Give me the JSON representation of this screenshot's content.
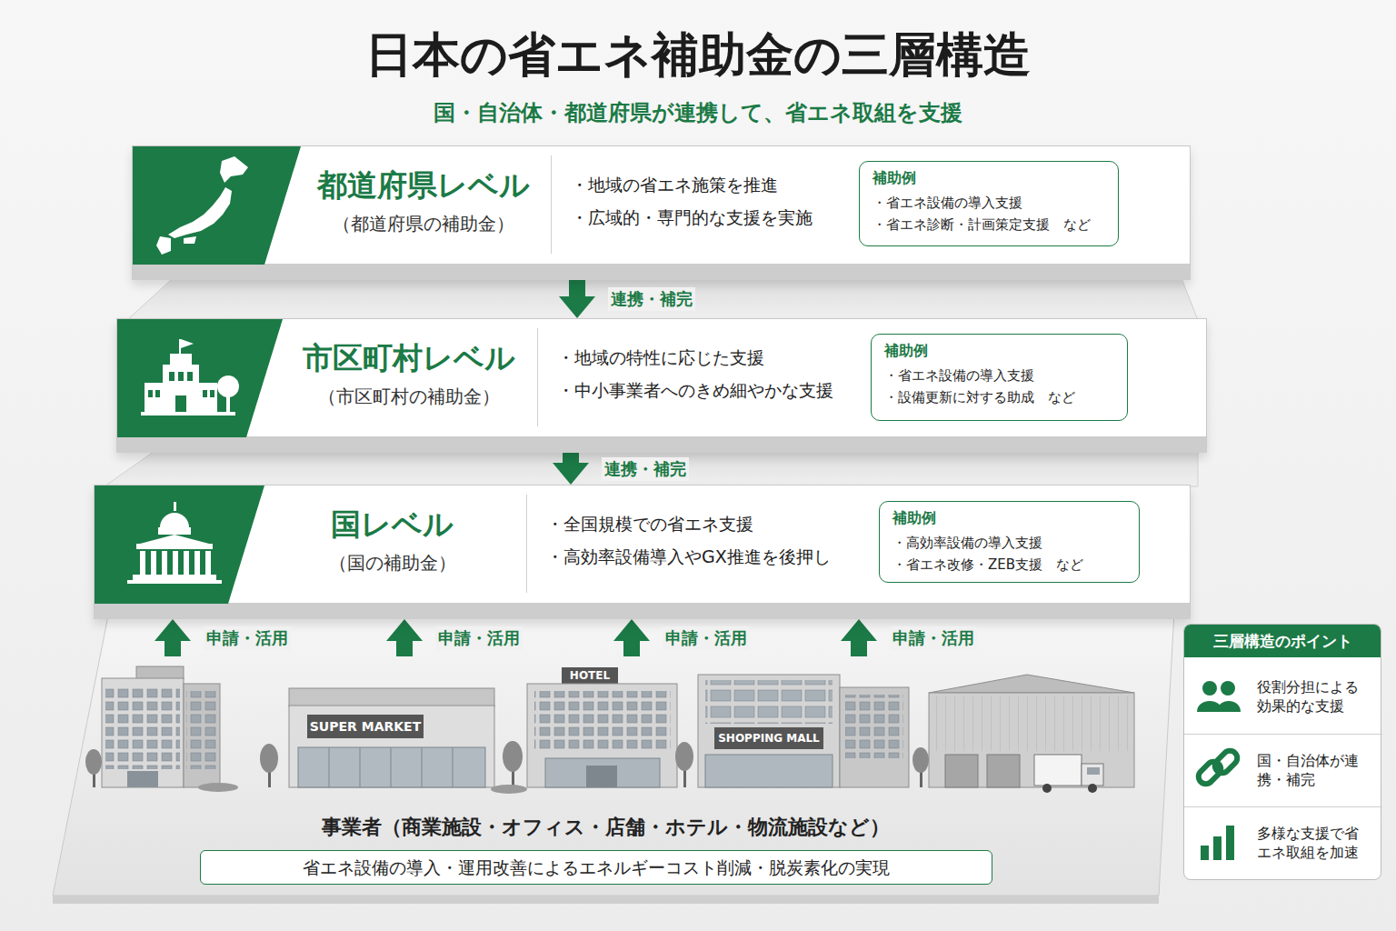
{
  "diagram": {
    "title": "日本の省エネ補助金の三層構造",
    "nodes": [
      {
        "text": [
          "都道府県レベル",
          "（都道府県の補助金）",
          "・地域の省エネ施策を推進",
          "・広域的・専門的な支援を実施"
        ]
      },
      {
        "text": [
          "補助例",
          "・省エネ設備の導入支援",
          "・省エネ診断・計画策定支援　など"
        ],
        "in": 0
      },
      {
        "text": [
          "市区町村レベル",
          "（市区町村の補助金）",
          "・地域の特性に応じた支援",
          "・中小事業者へのきめ細やかな支援"
        ]
      },
      {
        "text": [
          "補助例",
          "・省エネ設備の導入支援",
          "・設備更新に対する助成　など"
        ],
        "in": 2
      },
      {
        "text": [
          "国レベル",
          "（国の補助金）",
          "・全国規模での省エネ支援",
          "・高効率設備導入やGX推進を後押し"
        ]
      },
      {
        "text": [
          "補助例",
          "・高効率設備の導入支援",
          "・省エネ改修・ZEB支援　など"
        ],
        "in": 4
      },
      {
        "text": [
          "事業者（商業施設・オフィス・店舗・ホテル・物流施設など）"
        ]
      },
      {
        "text": [
          "省エネ設備の導入・運用改善によるエネルギーコスト削減・脱炭素化の実現"
        ],
        "in": 6
      },
      {
        "text": [
          "三層構造のポイント"
        ]
      },
      {
        "text": [
          "役割分担による効果的な支援"
        ],
        "in": 8
      },
      {
        "text": [
          "国・自治体が連携・補完"
        ],
        "in": 8
      },
      {
        "text": [
          "多様な支援で省エネ取組を加速"
        ],
        "in": 8
      }
    ],
    "edges": [
      {
        "from": 0,
        "to": 2,
        "arrow": "to",
        "label": "連携・補完"
      },
      {
        "from": 2,
        "to": 4,
        "arrow": "to",
        "label": "連携・補完"
      },
      {
        "from": 6,
        "to": 4,
        "arrow": "to",
        "label": "申請・活用"
      },
      {
        "from": 6,
        "to": 4,
        "arrow": "to",
        "label": "申請・活用"
      },
      {
        "from": 6,
        "to": 4,
        "arrow": "to",
        "label": "申請・活用"
      },
      {
        "from": 6,
        "to": 4,
        "arrow": "to",
        "label": "申請・活用"
      }
    ],
    "labels": [
      "国・自治体・都道府県が連携して、省エネ取組を支援",
      "SUPER MARKET",
      "HOTEL",
      "SHOPPING MALL"
    ]
  }
}
